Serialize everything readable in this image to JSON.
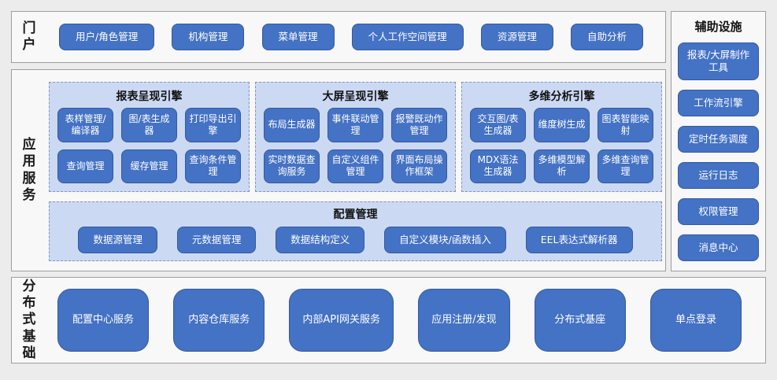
{
  "colors": {
    "node_fill": "#4472c4",
    "node_border": "#35599e",
    "node_text": "#ffffff",
    "panel_fill": "#ccd9f3",
    "panel_dashed_border": "#8193c4",
    "section_bg": "#f8f8f8",
    "section_border": "#9e9e9e",
    "page_bg": "#ececec"
  },
  "portal": {
    "label": "门户",
    "buttons": [
      "用户/角色管理",
      "机构管理",
      "菜单管理",
      "个人工作空间管理",
      "资源管理",
      "自助分析"
    ]
  },
  "app_services": {
    "label": "应用服务",
    "engines": [
      {
        "title": "报表呈现引擎",
        "buttons": [
          "表样管理/编译器",
          "图/表生成器",
          "打印导出引擎",
          "查询管理",
          "缓存管理",
          "查询条件管理"
        ]
      },
      {
        "title": "大屏呈现引擎",
        "buttons": [
          "布局生成器",
          "事件联动管理",
          "报警既动作管理",
          "实时数据查询服务",
          "自定义组件管理",
          "界面布局操作框架"
        ]
      },
      {
        "title": "多维分析引擎",
        "buttons": [
          "交互图/表生成器",
          "维度树生成",
          "图表智能映射",
          "MDX语法生成器",
          "多维模型解析",
          "多维查询管理"
        ]
      }
    ],
    "config": {
      "title": "配置管理",
      "buttons": [
        "数据源管理",
        "元数据管理",
        "数据结构定义",
        "自定义模块/函数插入",
        "EEL表达式解析器"
      ]
    }
  },
  "auxiliary": {
    "title": "辅助设施",
    "buttons": [
      "报表/大屏制作工具",
      "工作流引擎",
      "定时任务调度",
      "运行日志",
      "权限管理",
      "消息中心"
    ]
  },
  "distributed_base": {
    "label": "分布式基础",
    "buttons": [
      "配置中心服务",
      "内容仓库服务",
      "内部API网关服务",
      "应用注册/发现",
      "分布式基座",
      "单点登录"
    ]
  }
}
